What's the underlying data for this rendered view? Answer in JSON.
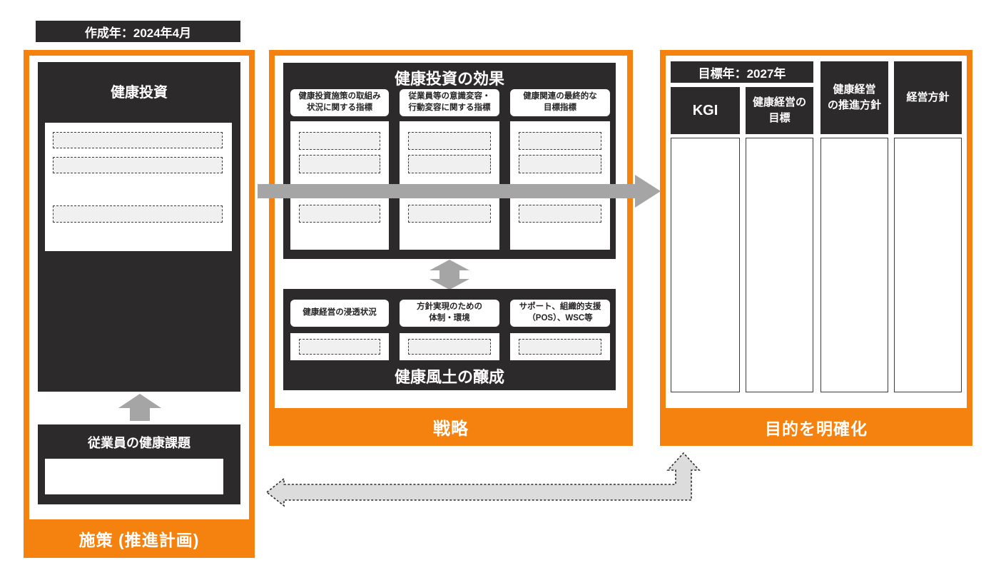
{
  "colors": {
    "accent_orange": "#F5820F",
    "panel_dark": "#2C2A2A",
    "arrow_gray": "#A5A5A5",
    "placeholder_fill": "#F0F0F0",
    "elbow_arrow_fill": "#DCDCDC"
  },
  "created_label": "作成年：2024年4月",
  "left_section": {
    "investment_title": "健康投資",
    "issues_title": "従業員の健康課題",
    "footer_label": "施策 (推進計画)"
  },
  "middle_section": {
    "effects_title": "健康投資の効果",
    "effect_columns": [
      {
        "header": "健康投資施策の取組み\n状況に関する指標"
      },
      {
        "header": "従業員等の意識変容・\n行動変容に関する指標"
      },
      {
        "header": "健康関連の最終的な\n目標指標"
      }
    ],
    "culture_columns": [
      {
        "header": "健康経営の浸透状況"
      },
      {
        "header": "方針実現のための\n体制・環境"
      },
      {
        "header": "サポート、組織的支援\n（POS）、WSC等"
      }
    ],
    "culture_title": "健康風土の醸成",
    "footer_label": "戦略"
  },
  "right_section": {
    "target_year_label": "目標年：2027年",
    "columns": [
      {
        "header": "KGI"
      },
      {
        "header": "健康経営の\n目標"
      },
      {
        "header": "健康経営\nの推進方針"
      },
      {
        "header": "経営方針"
      }
    ],
    "footer_label": "目的を明確化"
  }
}
